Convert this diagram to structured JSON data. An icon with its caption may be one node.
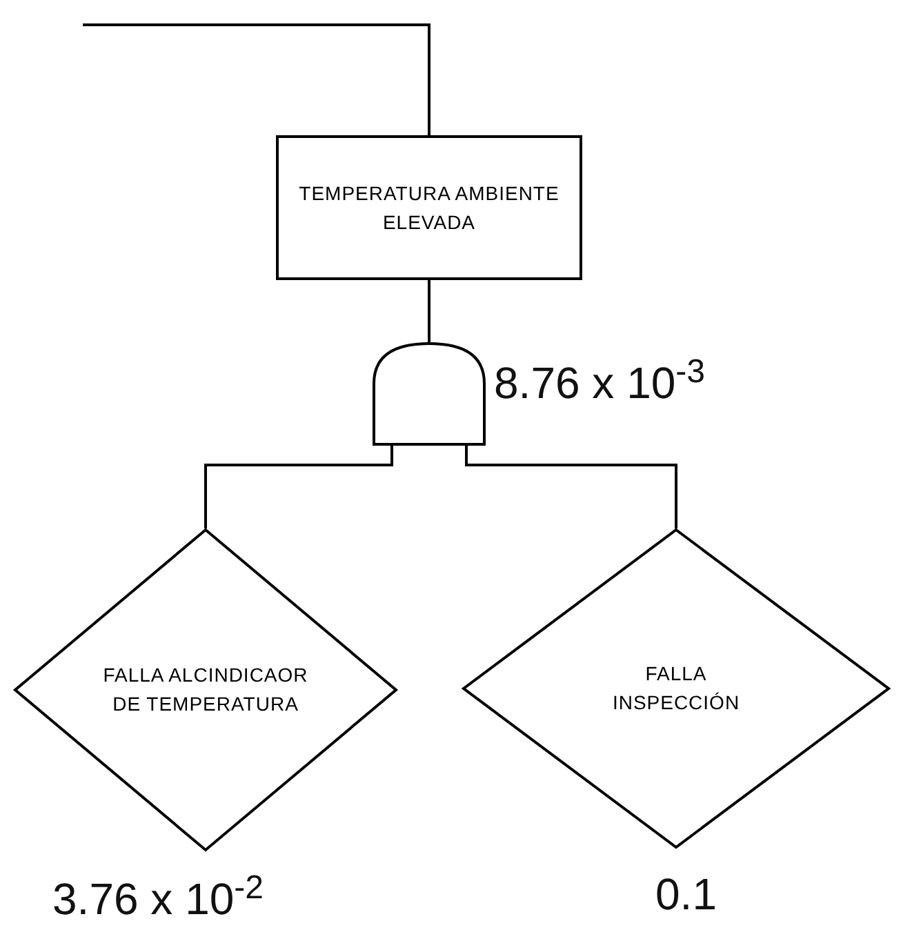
{
  "diagram": {
    "nodes": [
      {
        "text": [
          "TEMPERATURA AMBIENTE ELEVADA"
        ]
      },
      {
        "text": [],
        "shape": "gate",
        "beside": [
          "8.76 x 10$^{-3}$"
        ]
      },
      {
        "text": [
          "FALLA ALCINDICAOR DE TEMPERATURA"
        ],
        "beside": [
          "3.76 x 10$^{-2}$"
        ]
      },
      {
        "text": [
          "FALLA INSPECCIÓN"
        ],
        "beside": [
          "0.1"
        ]
      }
    ],
    "edges": [
      {
        "from": null,
        "to": 0,
        "arrow": "none"
      },
      {
        "from": 0,
        "to": 1,
        "arrow": "none"
      },
      {
        "from": 1,
        "to": 2,
        "arrow": "none"
      },
      {
        "from": 1,
        "to": 3,
        "arrow": "none"
      }
    ]
  }
}
